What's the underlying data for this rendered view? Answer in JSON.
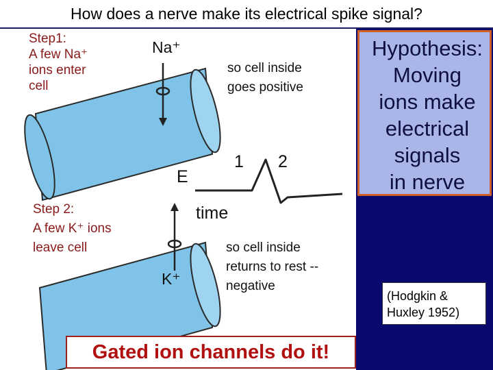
{
  "title": "How does a nerve make its electrical spike signal?",
  "step1": {
    "heading": "Step1:",
    "line1": "A few Na⁺",
    "line2": "ions enter",
    "line3": "cell"
  },
  "step2": {
    "heading": "Step 2:",
    "line1": "A few K⁺ ions",
    "line2": "leave cell"
  },
  "na_label": "Na⁺",
  "k_label": "K⁺",
  "positive_note": {
    "line1": "so cell inside",
    "line2": "goes positive"
  },
  "rest_note": {
    "line1": "so cell inside",
    "line2": "returns to rest --",
    "line3": "negative"
  },
  "axis": {
    "y_label": "E",
    "x_label": "time",
    "mark1": "1",
    "mark2": "2"
  },
  "hypothesis": {
    "line1": "Hypothesis:",
    "line2": "Moving",
    "line3": "ions make",
    "line4": "electrical",
    "line5": "signals",
    "line6": "in nerve"
  },
  "citation": {
    "line1": "(Hodgkin &",
    "line2": "Huxley 1952)"
  },
  "conclusion": "Gated ion channels do it!",
  "colors": {
    "cylinder": "#7fc4e8",
    "panel": "#0a0a6e",
    "hypothesis_bg": "#aab6e8",
    "conclusion_text": "#b01010"
  }
}
